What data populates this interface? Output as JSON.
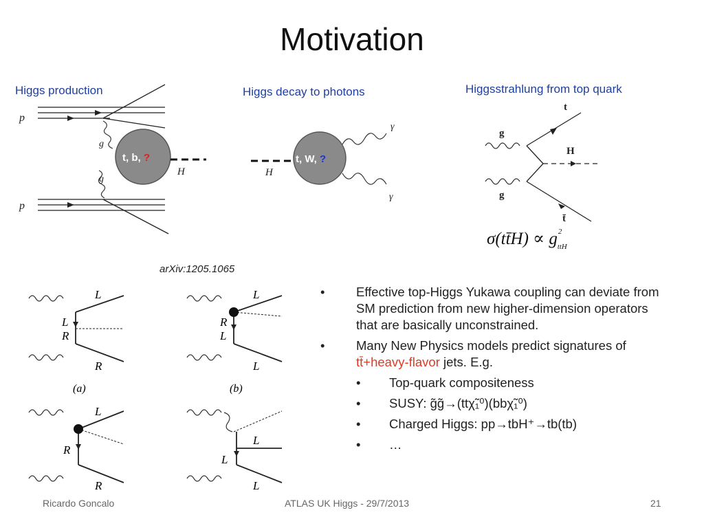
{
  "slide": {
    "title": "Motivation",
    "panels": {
      "higgs_production": {
        "label": "Higgs production",
        "proton_labels": [
          "p",
          "p"
        ],
        "gluon_labels": [
          "g",
          "g"
        ],
        "blob_text": "t, b, ",
        "blob_query": "?",
        "query_color": "#e02020",
        "higgs_label": "H"
      },
      "higgs_decay": {
        "label": "Higgs decay to photons",
        "higgs_label": "H",
        "blob_text": "t, W, ",
        "blob_query": "?",
        "query_color": "#1a35d0",
        "photon_labels": [
          "γ",
          "γ"
        ]
      },
      "higgsstrahlung": {
        "label": "Higgsstrahlung from top quark",
        "top_label": "t",
        "higgs_label": "H",
        "gluon_labels": [
          "g",
          "g"
        ],
        "antitop_label": "t̄",
        "formula": "σ(tt̄H) ∝ g",
        "formula_sup": "2",
        "formula_sub": "ttH"
      }
    },
    "citation": "arXiv:1205.1065",
    "feynman_grid": {
      "a": {
        "top": "L",
        "mid1": "L",
        "mid2": "R",
        "bottom": "R",
        "caption": "(a)"
      },
      "b": {
        "top": "L",
        "mid1": "R",
        "mid2": "L",
        "bottom": "L",
        "caption": "(b)"
      },
      "c": {
        "top": "L",
        "mid": "R",
        "bottom": "R"
      },
      "d": {
        "top": "L",
        "mid": "L",
        "bottom": "L"
      }
    },
    "bullets": [
      {
        "text": "Effective top-Higgs Yukawa coupling can deviate from SM prediction from new higher-dimension operators that are basically unconstrained."
      },
      {
        "text_before": "Many New Physics models predict signatures of ",
        "highlight": "tt̄+heavy-flavor",
        "text_after": " jets. E.g."
      }
    ],
    "sub_bullets": [
      {
        "text": "Top-quark compositeness"
      },
      {
        "text": "SUSY:   g̃g̃→(ttχ̃₁⁰)(bbχ̃₁⁰)"
      },
      {
        "text": "Charged Higgs: pp→tbH⁺→tb(tb)"
      },
      {
        "text": " …"
      }
    ],
    "bullet_symbol": "•",
    "highlight_color": "#e5381e",
    "footer": {
      "author": "Ricardo Goncalo",
      "event": "ATLAS UK Higgs - 29/7/2013",
      "page": "21"
    }
  }
}
